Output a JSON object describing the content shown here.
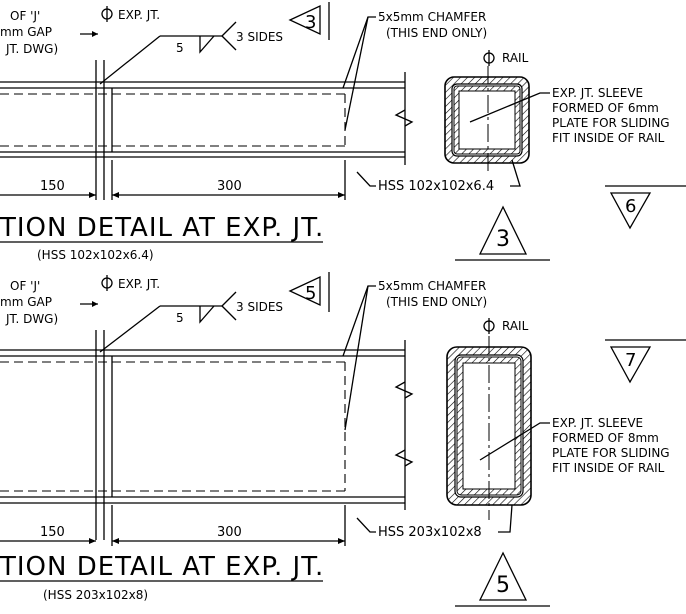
{
  "detail_top": {
    "note_left": [
      "OF 'J'",
      "mm GAP",
      "JT. DWG)"
    ],
    "cl_exp_jt": "EXP. JT.",
    "weld_size": "5",
    "weld_sides": "3 SIDES",
    "weld_ref": "3",
    "chamfer": [
      "5x5mm CHAMFER",
      "(THIS END ONLY)"
    ],
    "dim_a": "150",
    "dim_b": "300",
    "title": "TION  DETAIL  AT  EXP.  JT.",
    "subtitle": "(HSS 102x102x6.4)",
    "section_cl": "RAIL",
    "sleeve_note": [
      "EXP. JT. SLEEVE",
      "FORMED OF 6mm",
      "PLATE FOR SLIDING",
      "FIT INSIDE OF RAIL"
    ],
    "hss_label": "HSS 102x102x6.4",
    "section_tag": "3",
    "side_tag": "6"
  },
  "detail_bottom": {
    "note_left": [
      "OF 'J'",
      "mm GAP",
      "JT. DWG)"
    ],
    "cl_exp_jt": "EXP. JT.",
    "weld_size": "5",
    "weld_sides": "3 SIDES",
    "weld_ref": "5",
    "chamfer": [
      "5x5mm CHAMFER",
      "(THIS END ONLY)"
    ],
    "dim_a": "150",
    "dim_b": "300",
    "title": "TION  DETAIL  AT  EXP.  JT.",
    "subtitle": "(HSS 203x102x8)",
    "section_cl": "RAIL",
    "sleeve_note": [
      "EXP. JT. SLEEVE",
      "FORMED OF 8mm",
      "PLATE FOR SLIDING",
      "FIT INSIDE OF RAIL"
    ],
    "hss_label": "HSS 203x102x8",
    "section_tag": "5",
    "side_tag": "7"
  }
}
